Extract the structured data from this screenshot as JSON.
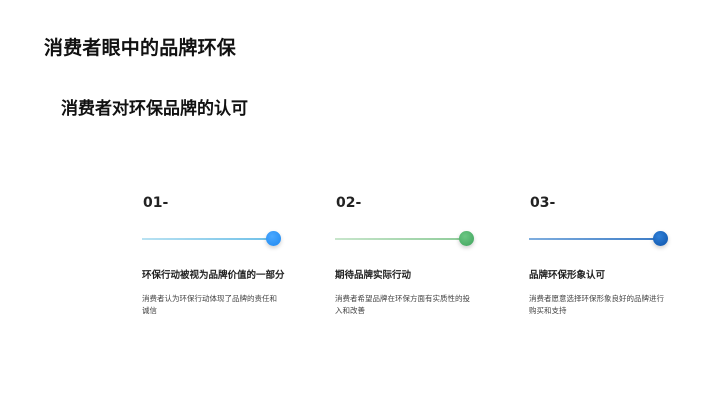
{
  "slide": {
    "title": "消费者眼中的品牌环保",
    "subtitle": "消费者对环保品牌的认可"
  },
  "steps": [
    {
      "number": "01-",
      "heading": "环保行动被视为品牌价值的一部分",
      "description": "消费者认为环保行动体现了品牌的责任和诚信",
      "line_color": "#8ecfe8",
      "dot_color": "#1e90ff"
    },
    {
      "number": "02-",
      "heading": "期待品牌实际行动",
      "description": "消费者希望品牌在环保方面有实质性的投入和改善",
      "line_color": "#a8d8b0",
      "dot_color": "#4caf6a"
    },
    {
      "number": "03-",
      "heading": "品牌环保形象认可",
      "description": "消费者愿意选择环保形象良好的品牌进行购买和支持",
      "line_color": "#5b8fd0",
      "dot_color": "#1565c0"
    }
  ]
}
